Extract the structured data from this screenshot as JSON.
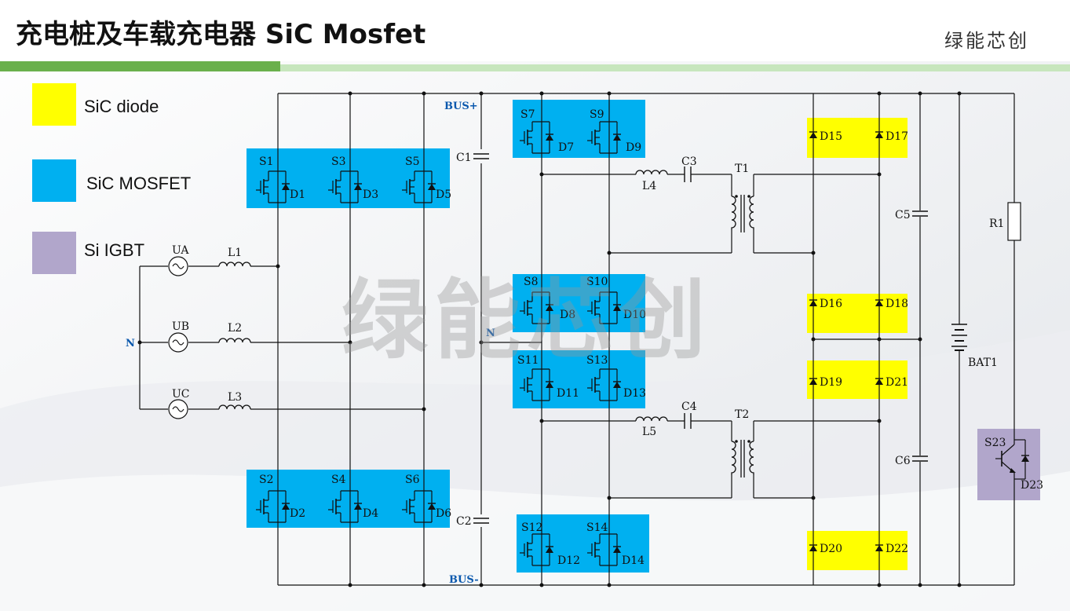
{
  "header": {
    "title": "充电桩及车载充电器 SiC Mosfet",
    "brand": "绿能芯创"
  },
  "colors": {
    "sic_diode": "#ffff00",
    "sic_mosfet": "#00b0f0",
    "si_igbt": "#b1a6cb",
    "accent_green": "#6ab04c",
    "accent_green_light": "#c7e6bd"
  },
  "legend": [
    {
      "label": "SiC diode",
      "color": "#ffff00"
    },
    {
      "label": "SiC MOSFET",
      "color": "#00b0f0"
    },
    {
      "label": "Si IGBT",
      "color": "#b1a6cb"
    }
  ],
  "watermark": "绿能芯创",
  "circuit": {
    "sources": [
      "UA",
      "UB",
      "UC"
    ],
    "neutral": "N",
    "inductors_in": [
      "L1",
      "L2",
      "L3"
    ],
    "rectifier_switches": [
      {
        "s": "S1",
        "d": "D1"
      },
      {
        "s": "S3",
        "d": "D3"
      },
      {
        "s": "S5",
        "d": "D5"
      },
      {
        "s": "S2",
        "d": "D2"
      },
      {
        "s": "S4",
        "d": "D4"
      },
      {
        "s": "S6",
        "d": "D6"
      }
    ],
    "bus_plus": "BUS+",
    "bus_minus": "BUS-",
    "mid_node": "N",
    "caps_bus": [
      "C1",
      "C2"
    ],
    "llc_switches": [
      {
        "s": "S7",
        "d": "D7"
      },
      {
        "s": "S9",
        "d": "D9"
      },
      {
        "s": "S8",
        "d": "D8"
      },
      {
        "s": "S10",
        "d": "D10"
      },
      {
        "s": "S11",
        "d": "D11"
      },
      {
        "s": "S13",
        "d": "D13"
      },
      {
        "s": "S12",
        "d": "D12"
      },
      {
        "s": "S14",
        "d": "D14"
      }
    ],
    "resonant": {
      "l_top": "L4",
      "c_top": "C3",
      "t_top": "T1",
      "l_bot": "L5",
      "c_bot": "C4",
      "t_bot": "T2"
    },
    "output_diodes": [
      "D15",
      "D17",
      "D16",
      "D18",
      "D19",
      "D21",
      "D20",
      "D22"
    ],
    "output_caps": [
      "C5",
      "C6"
    ],
    "resistor": "R1",
    "battery": "BAT1",
    "igbt": {
      "s": "S23",
      "d": "D23"
    }
  }
}
